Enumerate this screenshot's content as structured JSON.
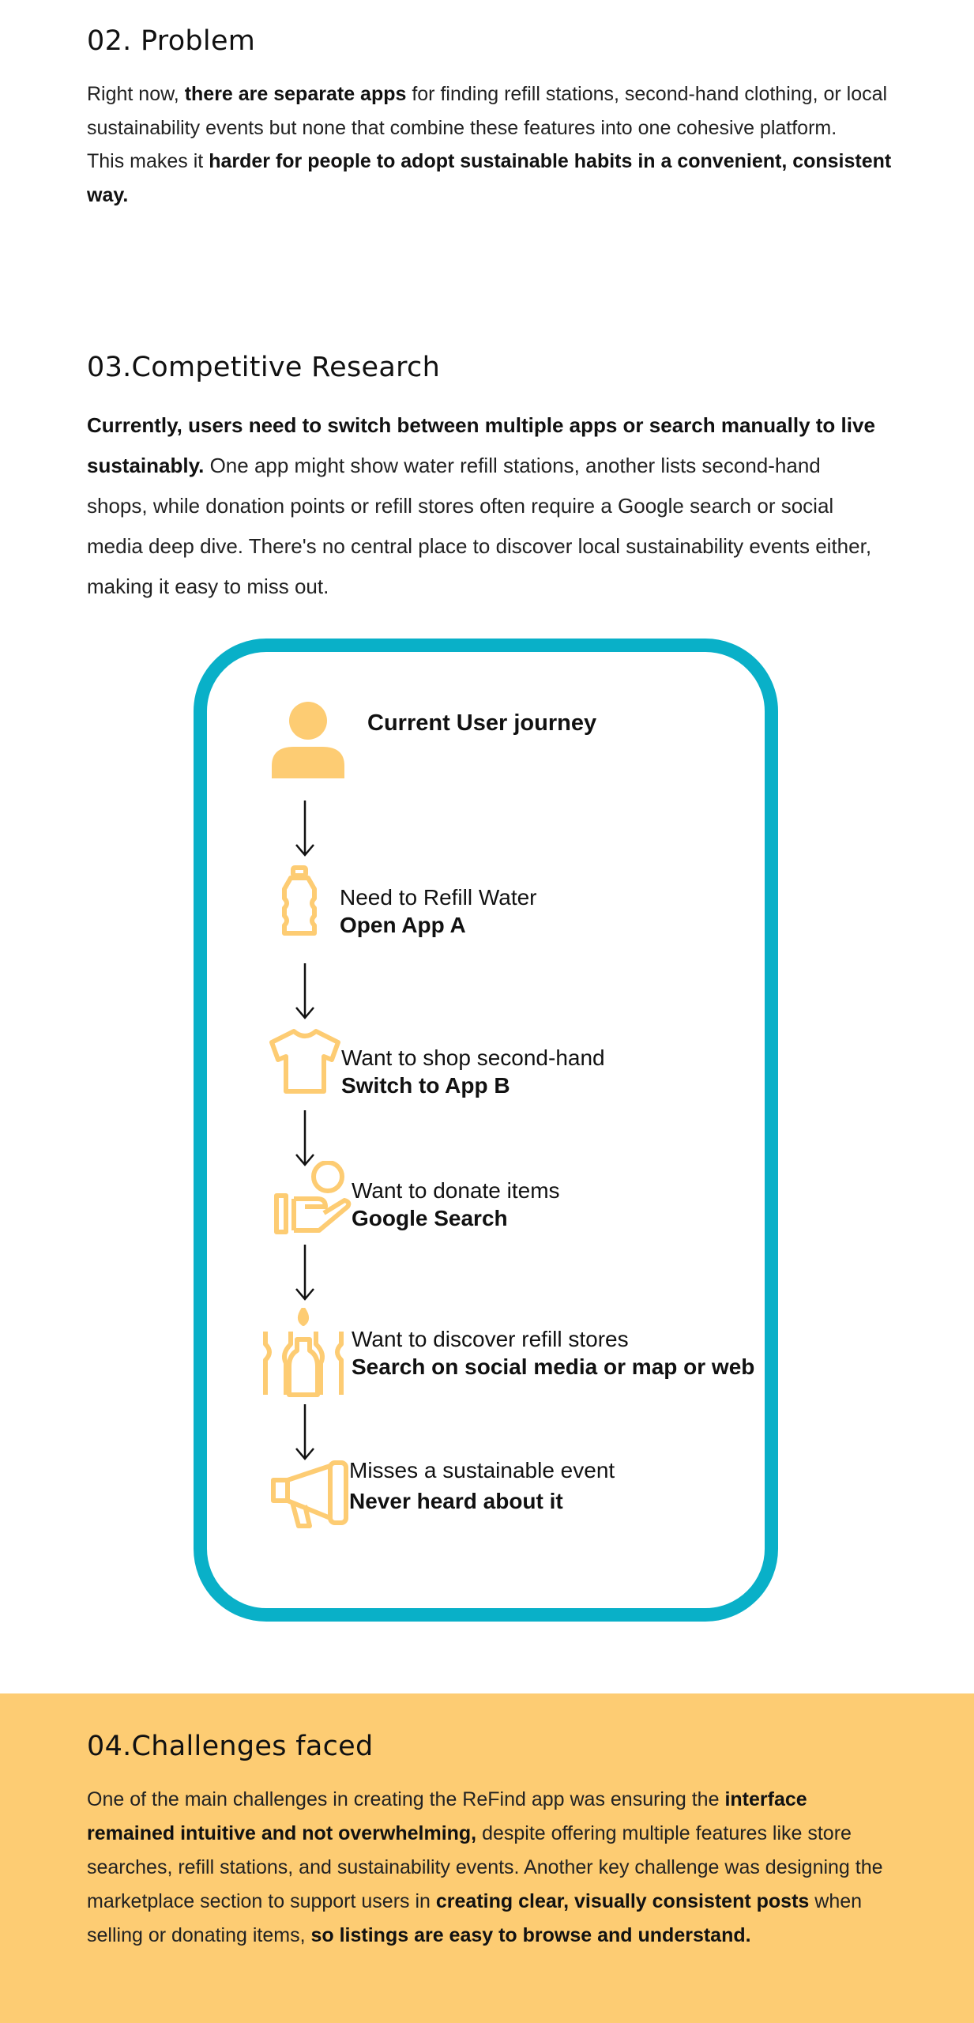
{
  "problem": {
    "heading": "02. Problem",
    "p1_a": "Right now, ",
    "p1_b": "there are separate apps",
    "p1_c": " for finding refill stations, second-hand clothing, or local sustainability events but none that combine these features into one cohesive platform.",
    "p2_a": "This makes it ",
    "p2_b": "harder for people to adopt sustainable habits in a convenient, consistent way."
  },
  "research": {
    "heading": "03.Competitive Research",
    "p_bold": "Currently, users need to switch between multiple apps or search manually to live sustainably.",
    "p_rest": " One app might show water refill stations, another lists second-hand shops, while donation points or refill stores often require a Google search or social media deep dive. There's no central place to discover local sustainability events either, making it easy to miss out."
  },
  "journey": {
    "title": "Current User journey",
    "steps": [
      {
        "icon": "water-bottle-icon",
        "line1": "Need to Refill Water",
        "line2": "Open App A"
      },
      {
        "icon": "t-shirt-icon",
        "line1": "Want to shop second-hand",
        "line2": "Switch to App B"
      },
      {
        "icon": "donate-hand-icon",
        "line1": "Want to donate items",
        "line2": "Google Search"
      },
      {
        "icon": "refill-bottles-icon",
        "line1": "Want to discover refill stores",
        "line2": "Search on social media or map or web"
      },
      {
        "icon": "megaphone-icon",
        "line1": "Misses a sustainable event",
        "line2": "Never heard about it"
      }
    ],
    "colors": {
      "border": "#09b0c8",
      "icon": "#fdcc73"
    }
  },
  "challenges": {
    "heading": "04.Challenges faced",
    "p_a": "One of the main challenges in creating the ReFind app was ensuring the ",
    "p_b": "interface remained intuitive and not overwhelming,",
    "p_c": " despite offering multiple features like store searches, refill stations, and sustainability events. Another key challenge was designing the marketplace section to support users in ",
    "p_d": "creating clear, visually consistent posts",
    "p_e": " when selling or donating items, ",
    "p_f": "so listings are easy to browse and understand.",
    "band_color": "#fdcc73"
  }
}
